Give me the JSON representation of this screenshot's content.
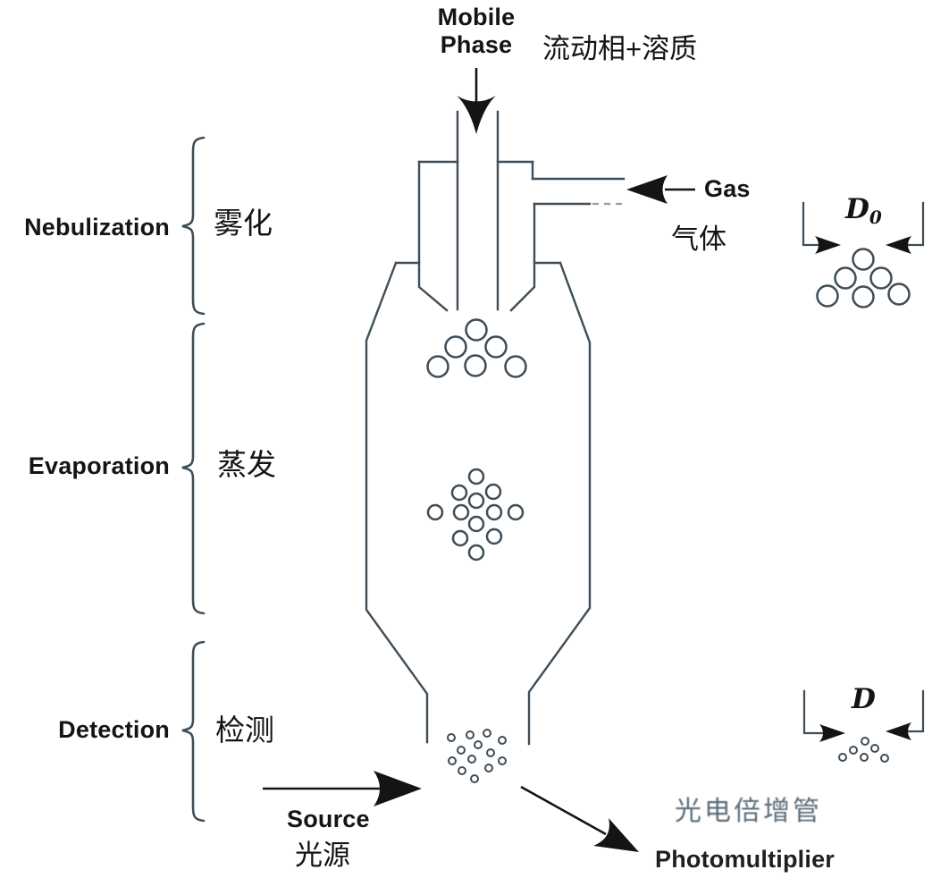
{
  "colors": {
    "line": "#3e4d57",
    "text": "#141414",
    "faded": "#5b6b77",
    "bg": "#ffffff"
  },
  "mobile_phase": {
    "en_line1": "Mobile",
    "en_line2": "Phase",
    "cn": "流动相+溶质"
  },
  "gas": {
    "en": "Gas",
    "cn": "气体"
  },
  "stages": [
    {
      "en": "Nebulization",
      "cn": "雾化"
    },
    {
      "en": "Evaporation",
      "cn": "蒸发"
    },
    {
      "en": "Detection",
      "cn": "检测"
    }
  ],
  "source": {
    "en": "Source",
    "cn": "光源"
  },
  "photomultiplier": {
    "cn": "光电倍增管",
    "en": "Photomultiplier"
  },
  "droplet_labels": {
    "initial_main": "D",
    "initial_sub": "0",
    "final": "D"
  }
}
